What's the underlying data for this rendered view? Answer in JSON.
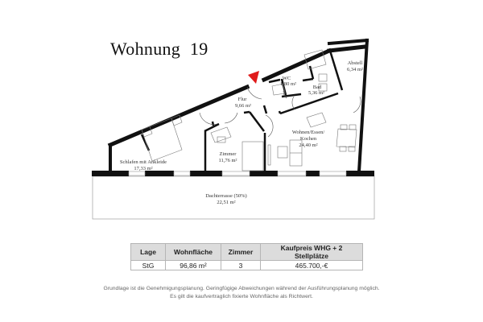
{
  "title": "Wohnung  19",
  "rooms": {
    "abstell": {
      "name": "Abstell",
      "area": "6,34 m²"
    },
    "wc": {
      "name": "WC",
      "area": "1,80 m²"
    },
    "bad": {
      "name": "Bad",
      "area": "5,36 m²"
    },
    "flur": {
      "name": "Flur",
      "area": "9,66 m²"
    },
    "wohnen_line1": {
      "name": "Wohnen/Essen/"
    },
    "wohnen_line2": {
      "name": "Kochen"
    },
    "wohnen": {
      "area": "24,40 m²"
    },
    "zimmer": {
      "name": "Zimmer",
      "area": "11,76 m²"
    },
    "schlafen": {
      "name": "Schlafen mit Ankleide",
      "area": "17,33 m²"
    },
    "terrasse": {
      "name": "Dachterrasse (50%)",
      "area": "22,51 m²"
    }
  },
  "entrance_marker_color": "#e01b1b",
  "table": {
    "headers": [
      "Lage",
      "Wohnfläche",
      "Zimmer",
      "Kaufpreis WHG + 2 Stellplätze"
    ],
    "row": [
      "StG",
      "96,86 m²",
      "3",
      "465.700,-€"
    ]
  },
  "footnote": {
    "line1": "Grundlage ist die Genehmigungsplanung. Geringfügige Abweichungen während der Ausführungsplanung möglich.",
    "line2": "Es gilt die kaufvertraglich fixierte Wohnfläche als Richtwert."
  }
}
